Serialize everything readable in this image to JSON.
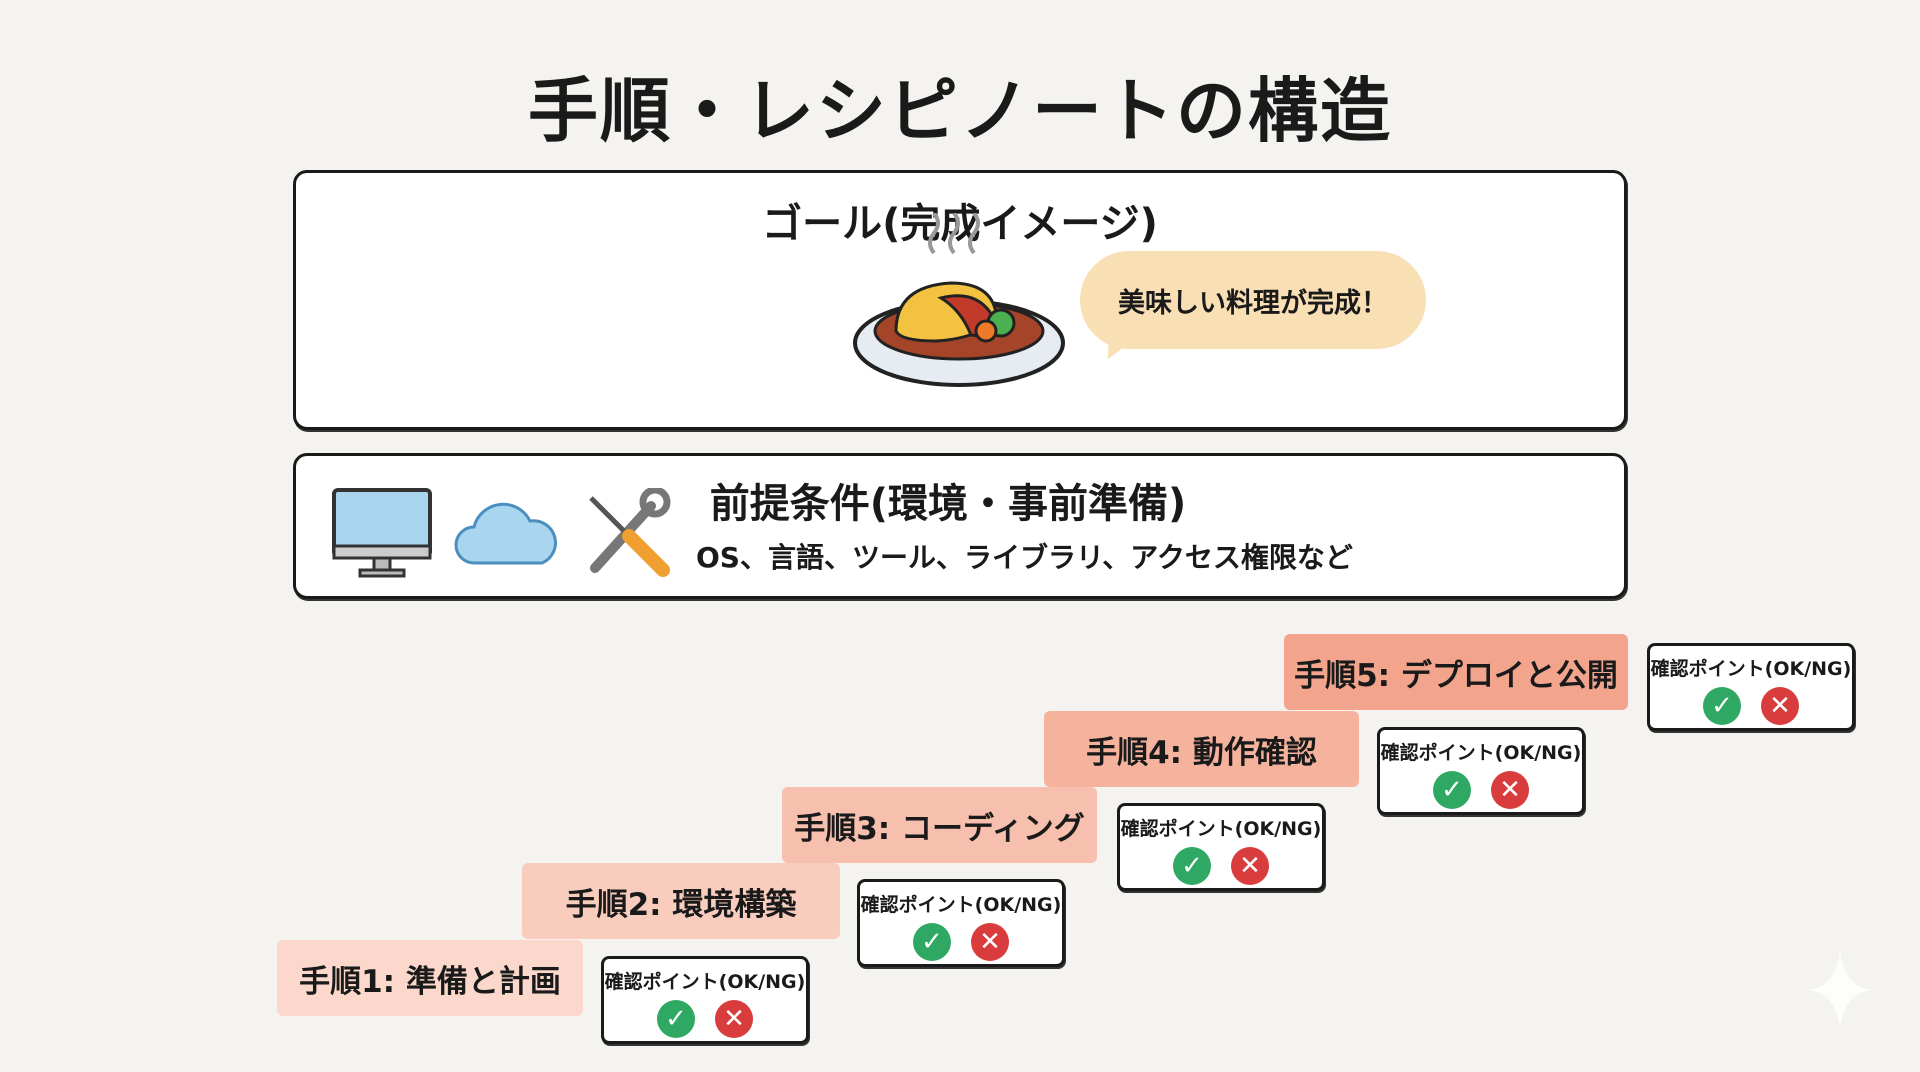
{
  "title": "手順・レシピノートの構造",
  "goal": {
    "title": "ゴール(完成イメージ)",
    "bubble": "美味しい料理が完成！",
    "image": "omurice-plate-icon"
  },
  "prereq": {
    "title": "前提条件(環境・事前準備)",
    "subtitle": "OS、言語、ツール、ライブラリ、アクセス権限など",
    "icons": [
      "monitor-icon",
      "cloud-icon",
      "tools-icon"
    ]
  },
  "steps": [
    {
      "label": "手順1: 準備と計画",
      "check": "確認ポイント(OK/NG)",
      "color": "#fbd8cb"
    },
    {
      "label": "手順2: 環境構築",
      "check": "確認ポイント(OK/NG)",
      "color": "#f9cdbd"
    },
    {
      "label": "手順3: コーディング",
      "check": "確認ポイント(OK/NG)",
      "color": "#f7bfad"
    },
    {
      "label": "手順4: 動作確認",
      "check": "確認ポイント(OK/NG)",
      "color": "#f5b29d"
    },
    {
      "label": "手順5: デプロイと公開",
      "check": "確認ポイント(OK/NG)",
      "color": "#f2a48c"
    }
  ],
  "ok_symbol": "✓",
  "ng_symbol": "✕"
}
